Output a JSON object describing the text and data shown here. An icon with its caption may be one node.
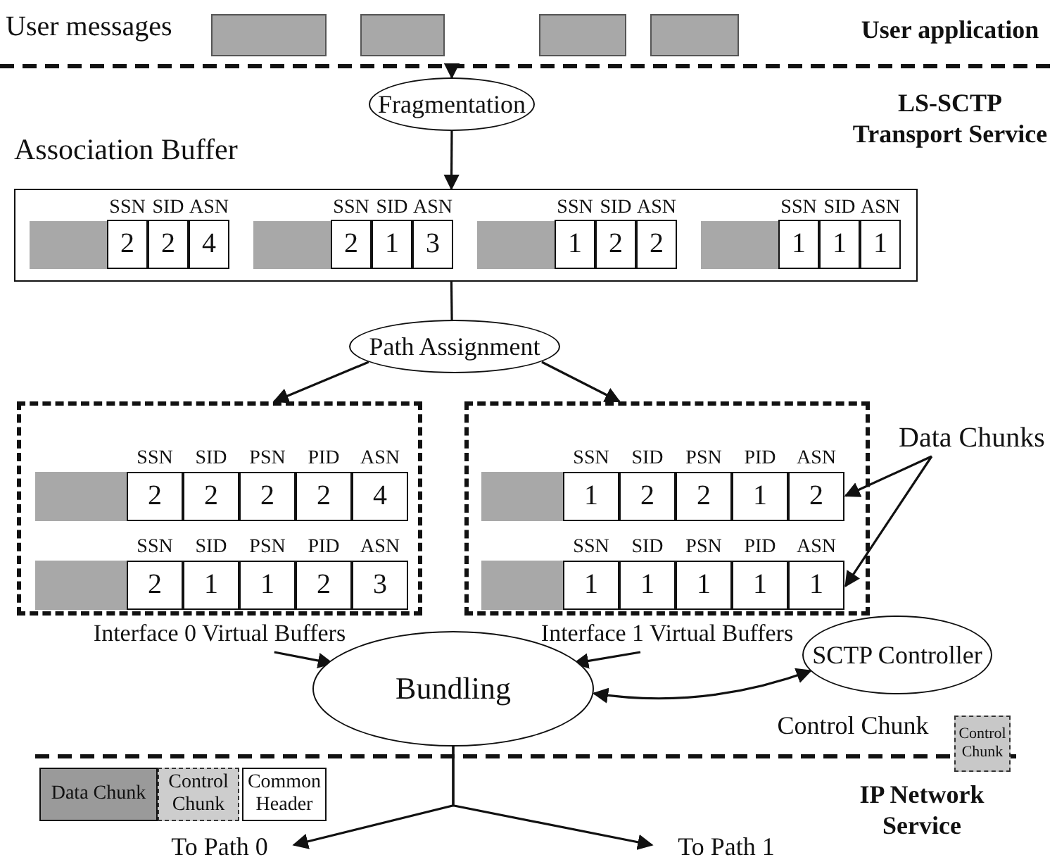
{
  "diagram": {
    "nodes": [
      {
        "text": [],
        "shape": "box"
      },
      {
        "text": [],
        "shape": "box"
      },
      {
        "text": [],
        "shape": "box"
      },
      {
        "text": [],
        "shape": "box"
      },
      {
        "text": [
          "Fragmentation"
        ]
      },
      {
        "text": [
          "Association Buffer"
        ]
      },
      {
        "text": [],
        "shape": "box",
        "in": 5
      },
      {
        "text": [
          "SSN",
          "2"
        ],
        "in": 5
      },
      {
        "text": [
          "SID",
          "2"
        ],
        "in": 5
      },
      {
        "text": [
          "ASN",
          "4"
        ],
        "in": 5
      },
      {
        "text": [],
        "shape": "box",
        "in": 5
      },
      {
        "text": [
          "SSN",
          "2"
        ],
        "in": 5
      },
      {
        "text": [
          "SID",
          "1"
        ],
        "in": 5
      },
      {
        "text": [
          "ASN",
          "3"
        ],
        "in": 5
      },
      {
        "text": [],
        "shape": "box",
        "in": 5
      },
      {
        "text": [
          "SSN",
          "1"
        ],
        "in": 5
      },
      {
        "text": [
          "SID",
          "2"
        ],
        "in": 5
      },
      {
        "text": [
          "ASN",
          "2"
        ],
        "in": 5
      },
      {
        "text": [],
        "shape": "box",
        "in": 5
      },
      {
        "text": [
          "SSN",
          "1"
        ],
        "in": 5
      },
      {
        "text": [
          "SID",
          "1"
        ],
        "in": 5
      },
      {
        "text": [
          "ASN",
          "1"
        ],
        "in": 5
      },
      {
        "text": [
          "Path Assignment"
        ]
      },
      {
        "text": [
          "Interface 0 Virtual Buffers"
        ]
      },
      {
        "text": [],
        "shape": "box",
        "in": 23
      },
      {
        "text": [
          "SSN",
          "2"
        ],
        "in": 23
      },
      {
        "text": [
          "SID",
          "2"
        ],
        "in": 23
      },
      {
        "text": [
          "PSN",
          "2"
        ],
        "in": 23
      },
      {
        "text": [
          "PID",
          "2"
        ],
        "in": 23
      },
      {
        "text": [
          "ASN",
          "4"
        ],
        "in": 23
      },
      {
        "text": [],
        "shape": "box",
        "in": 23
      },
      {
        "text": [
          "SSN",
          "2"
        ],
        "in": 23
      },
      {
        "text": [
          "SID",
          "1"
        ],
        "in": 23
      },
      {
        "text": [
          "PSN",
          "1"
        ],
        "in": 23
      },
      {
        "text": [
          "PID",
          "2"
        ],
        "in": 23
      },
      {
        "text": [
          "ASN",
          "3"
        ],
        "in": 23
      },
      {
        "text": [
          "Interface 1 Virtual Buffers"
        ]
      },
      {
        "text": [],
        "shape": "box",
        "in": 36
      },
      {
        "text": [
          "SSN",
          "1"
        ],
        "in": 36
      },
      {
        "text": [
          "SID",
          "2"
        ],
        "in": 36
      },
      {
        "text": [
          "PSN",
          "2"
        ],
        "in": 36
      },
      {
        "text": [
          "PID",
          "1"
        ],
        "in": 36
      },
      {
        "text": [
          "ASN",
          "2"
        ],
        "in": 36
      },
      {
        "text": [],
        "shape": "box",
        "in": 36
      },
      {
        "text": [
          "SSN",
          "1"
        ],
        "in": 36
      },
      {
        "text": [
          "SID",
          "1"
        ],
        "in": 36
      },
      {
        "text": [
          "PSN",
          "1"
        ],
        "in": 36
      },
      {
        "text": [
          "PID",
          "1"
        ],
        "in": 36
      },
      {
        "text": [
          "ASN",
          "1"
        ],
        "in": 36
      },
      {
        "text": [
          "Data Chunks"
        ]
      },
      {
        "text": [
          "Bundling"
        ]
      },
      {
        "text": [
          "SCTP Controller"
        ]
      },
      {
        "text": [
          "Control Chunk"
        ],
        "beside": [
          "Control Chunk"
        ]
      },
      {
        "text": [
          "Data Chunk"
        ]
      },
      {
        "text": [
          "Control Chunk"
        ]
      },
      {
        "text": [
          "Common Header"
        ]
      },
      {
        "text": [
          "To Path 0"
        ]
      },
      {
        "text": [
          "To Path 1"
        ]
      }
    ],
    "edges": [
      {
        "from": null,
        "to": 4,
        "arrow": "to"
      },
      {
        "from": 4,
        "to": 5,
        "arrow": "to"
      },
      {
        "from": 5,
        "to": 22,
        "arrow": "none"
      },
      {
        "from": 22,
        "to": 23,
        "arrow": "to"
      },
      {
        "from": 22,
        "to": 36,
        "arrow": "to"
      },
      {
        "from": 23,
        "to": 50,
        "arrow": "to"
      },
      {
        "from": 36,
        "to": 50,
        "arrow": "to"
      },
      {
        "from": 49,
        "to": 42,
        "arrow": "to"
      },
      {
        "from": 49,
        "to": 48,
        "arrow": "to"
      },
      {
        "from": 50,
        "to": 51,
        "arrow": "both"
      },
      {
        "from": 50,
        "to": 56,
        "arrow": "to"
      },
      {
        "from": 50,
        "to": 57,
        "arrow": "to"
      }
    ],
    "labels": [
      "User messages",
      "User application",
      "LS-SCTP Transport Service",
      "IP Network Service"
    ]
  }
}
